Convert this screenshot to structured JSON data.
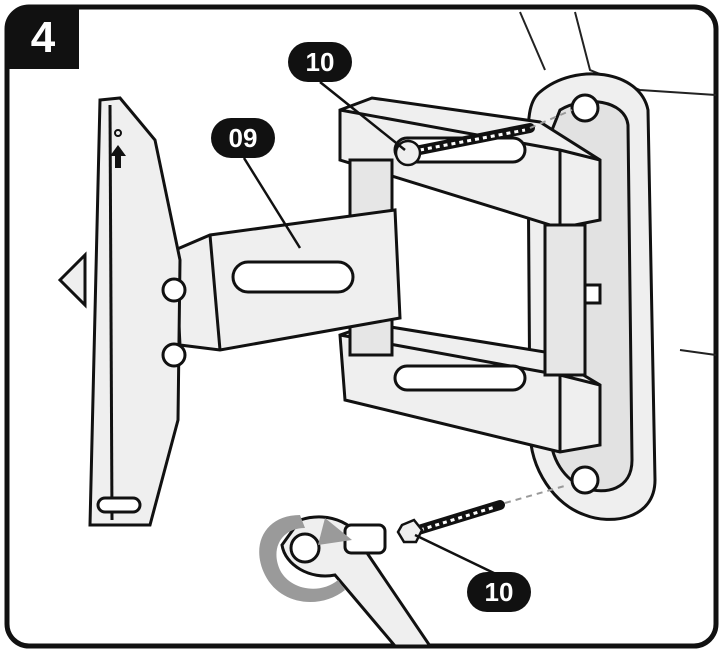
{
  "step": {
    "number": "4"
  },
  "callouts": {
    "arm_part": "09",
    "top_screw": "10",
    "bottom_screw": "10"
  },
  "colors": {
    "ink": "#111111",
    "part_fill": "#efefef",
    "part_shadow": "#c8c8c8",
    "arrow_gray": "#9a9a9a"
  }
}
